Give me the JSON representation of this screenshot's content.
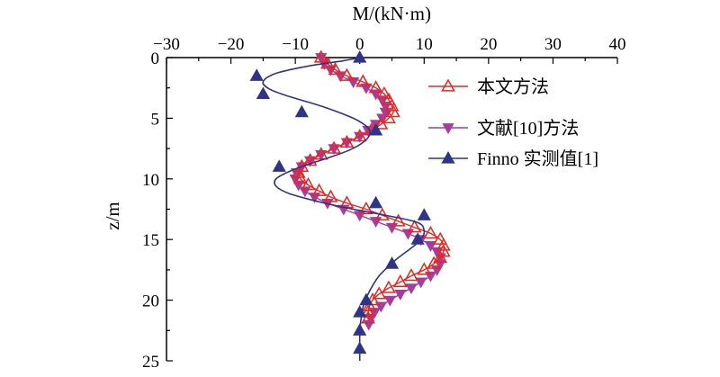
{
  "chart_data": {
    "type": "line",
    "title": "",
    "xlabel": "M/(kN·m)",
    "ylabel": "z/m",
    "xlim": [
      -30,
      40
    ],
    "ylim": [
      0,
      25
    ],
    "x_axis_position": "top",
    "y_axis_inverted": true,
    "xticks": [
      -30,
      -20,
      -10,
      0,
      10,
      20,
      30,
      40
    ],
    "yticks": [
      0,
      5,
      10,
      15,
      20,
      25
    ],
    "grid": false,
    "legend_position": "top-right",
    "series": [
      {
        "name": "本文方法",
        "color": "#e8261e",
        "marker": "triangle-up-open",
        "x": [
          -6,
          -5,
          -3.8,
          -2,
          0.5,
          2.5,
          3.8,
          4.5,
          5,
          5.2,
          4.5,
          3.3,
          1.8,
          0,
          -2,
          -4,
          -6,
          -7.7,
          -9,
          -9.5,
          -9.2,
          -8,
          -6.3,
          -4.5,
          -2,
          1,
          3.5,
          6,
          8.5,
          11,
          12.5,
          13,
          13,
          12.5,
          11.5,
          10,
          8,
          6.3,
          4.5,
          3,
          2,
          1.5,
          1.3,
          1.3
        ],
        "y": [
          0,
          0.5,
          1,
          1.5,
          2,
          2.5,
          3,
          3.5,
          4,
          4.5,
          5,
          5.5,
          6,
          6.5,
          7,
          7.5,
          8,
          8.5,
          9,
          9.5,
          10,
          10.5,
          11,
          11.5,
          12,
          12.5,
          13,
          13.5,
          14,
          14.5,
          15,
          15.5,
          16,
          16.5,
          17,
          17.5,
          18,
          18.5,
          19,
          19.5,
          20,
          20.5,
          21,
          21.5
        ]
      },
      {
        "name": "文献[10]方法",
        "color": "#a63c9e",
        "marker": "triangle-down",
        "x": [
          -6,
          -5.5,
          -4.5,
          -3,
          -1,
          1,
          2.5,
          3.5,
          4,
          4,
          3.5,
          2.5,
          1.3,
          0,
          -2,
          -4,
          -6,
          -7.7,
          -9,
          -9.8,
          -10,
          -9.5,
          -8.5,
          -7,
          -5,
          -2.5,
          0,
          2.5,
          5,
          7.5,
          9.5,
          11,
          12,
          12.5,
          12.5,
          12,
          11,
          9.5,
          8,
          6.3,
          4.7,
          3.3,
          2.3,
          1.7,
          1.4
        ],
        "y": [
          0,
          0.5,
          1,
          1.5,
          2,
          2.5,
          3,
          3.5,
          4,
          4.5,
          5,
          5.5,
          6,
          6.5,
          7,
          7.5,
          8,
          8.5,
          9,
          9.5,
          10,
          10.5,
          11,
          11.5,
          12,
          12.5,
          13,
          13.5,
          14,
          14.5,
          15,
          15.5,
          16,
          16.5,
          17,
          17.5,
          18,
          18.5,
          19,
          19.5,
          20,
          20.5,
          21,
          21.5,
          22
        ]
      },
      {
        "name": "Finno 实测值[1]",
        "color": "#2e3486",
        "marker": "triangle-up",
        "points_x": [
          0,
          -16,
          -15,
          -9,
          2.5,
          -12.5,
          2.5,
          10,
          9,
          5,
          1,
          0,
          0,
          0
        ],
        "points_y": [
          0,
          1.5,
          3,
          4.5,
          6,
          9,
          12,
          13,
          15,
          17,
          20,
          21,
          22.5,
          24
        ],
        "line_x": [
          0,
          -3,
          -8,
          -13,
          -15,
          -14,
          -11,
          -6,
          -1,
          1.3,
          1.5,
          0.5,
          -1.5,
          -4.5,
          -8,
          -11,
          -13,
          -13,
          -11,
          -7,
          -2,
          4,
          9,
          10,
          9.5,
          8,
          6,
          4.3,
          3,
          2,
          1.2,
          0.6,
          0.3,
          0.1,
          0,
          0,
          0
        ],
        "line_y": [
          0,
          0.3,
          0.7,
          1.3,
          2,
          2.6,
          3.2,
          4,
          5,
          5.8,
          6.4,
          7,
          7.6,
          8.2,
          8.8,
          9.4,
          10,
          10.6,
          11.2,
          11.8,
          12.4,
          13,
          13.6,
          14.3,
          15,
          15.7,
          16.5,
          17.3,
          18,
          18.8,
          19.6,
          20.4,
          21.2,
          22,
          23,
          24,
          25
        ]
      }
    ]
  }
}
